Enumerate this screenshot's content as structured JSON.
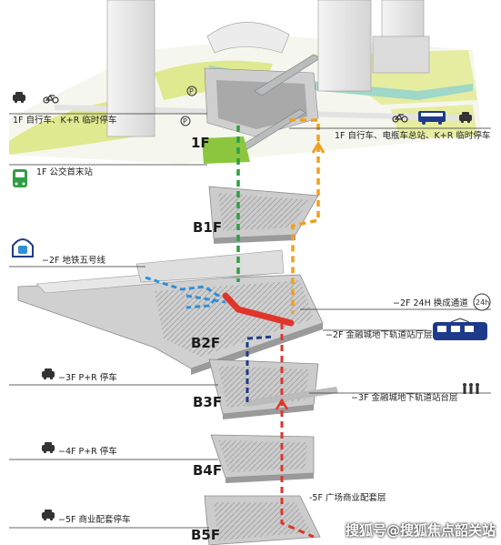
{
  "floors": {
    "f1": "1F",
    "b1": "B1F",
    "b2": "B2F",
    "b3": "B3F",
    "b4": "B4F",
    "b5": "B5F"
  },
  "labels": {
    "f1_left": "1F 自行车、K+R 临时停车",
    "f1_right": "1F 自行车、电瓶车总站、K+R 临时停车",
    "bus": "1F 公交首末站",
    "metro5": "−2F 地铁五号线",
    "transfer": "−2F 24H 换成通道",
    "fc_hall": "−2F 金融城地下轨道站厅层",
    "pr3": "−3F P+R 停车",
    "fc_platform": "−3F 金融城地下轨道站台层",
    "pr4": "−4F P+R 停车",
    "pr5": "−5F 商业配套停车",
    "badge24": "24h",
    "parking_p": "P",
    "b5_note": "-5F 广场商业配套层"
  },
  "watermark": "搜狐号@搜狐焦点韶关站",
  "colors": {
    "green": "#2f9e44",
    "orange": "#f0a020",
    "blue": "#2f8fd8",
    "red": "#e0352b",
    "navy": "#1e3a8a",
    "lawn": "#8cc63f"
  },
  "icons": [
    "car-icon",
    "bicycle-icon",
    "bus-icon",
    "metro-icon",
    "tram-icon",
    "pedestrians-icon",
    "parking-icon"
  ]
}
